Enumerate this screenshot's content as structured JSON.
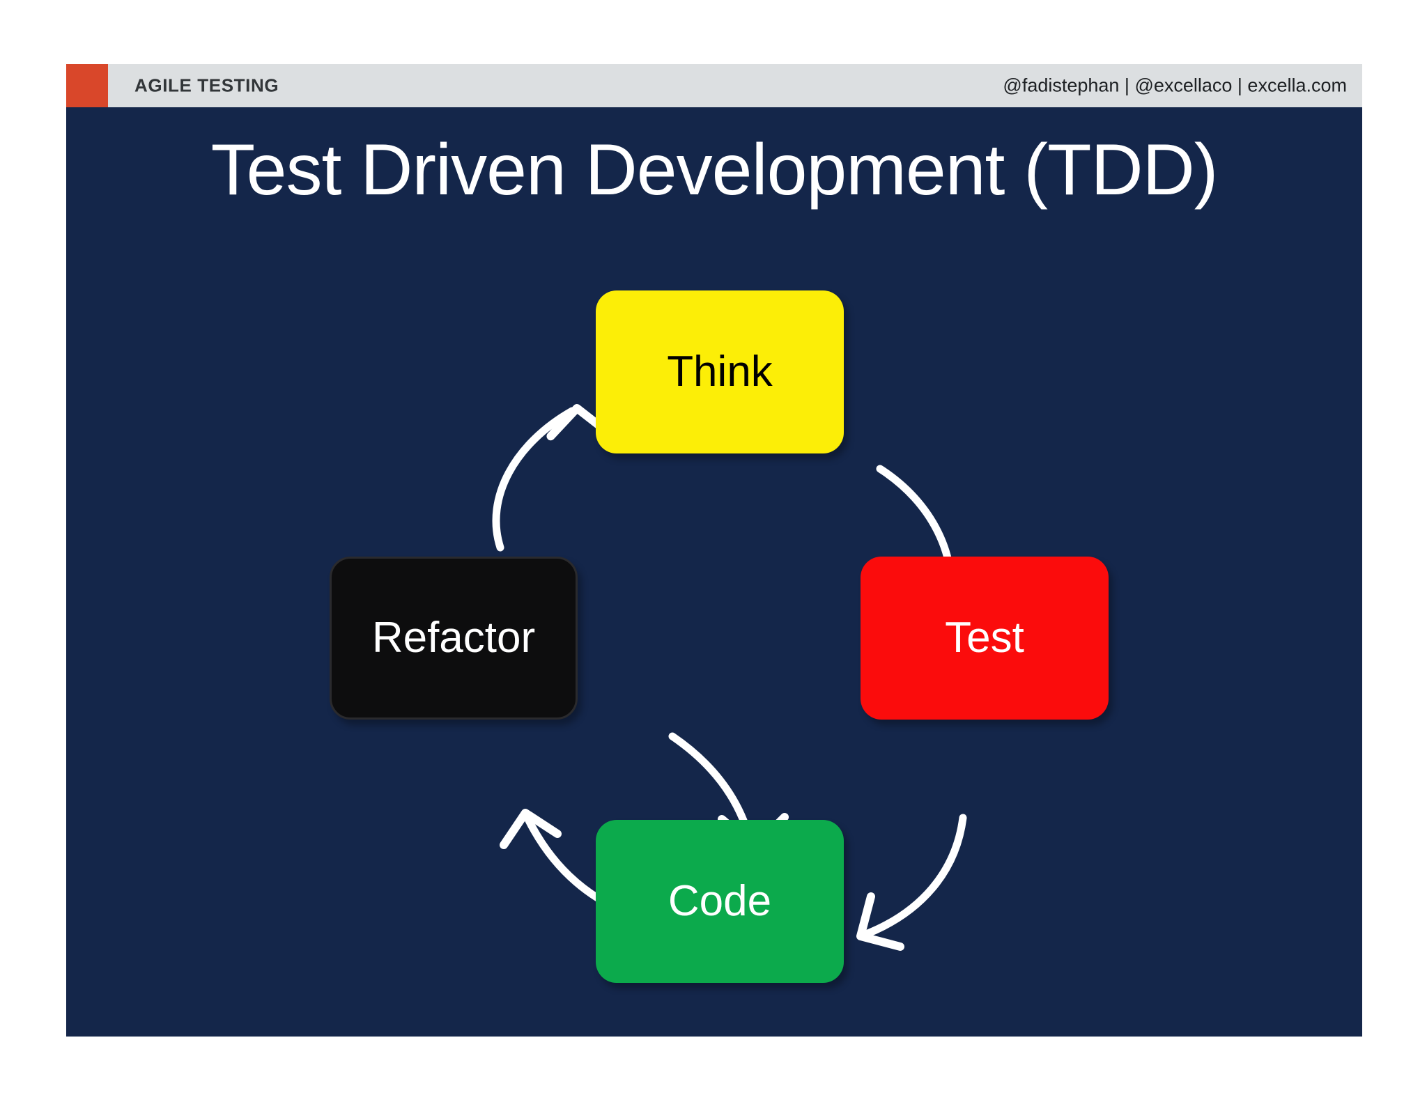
{
  "slide": {
    "background_color": "#14264a",
    "header": {
      "accent_color": "#d9472a",
      "band_color": "#dcdfe1",
      "section_label": "AGILE TESTING",
      "handles": "@fadistephan | @excellaco | excella.com"
    },
    "title": "Test Driven Development (TDD)"
  },
  "diagram": {
    "type": "cycle",
    "nodes": [
      {
        "id": "think",
        "label": "Think",
        "fill": "#fcee07",
        "text_color": "#000000"
      },
      {
        "id": "test",
        "label": "Test",
        "fill": "#fb0c0c",
        "text_color": "#ffffff"
      },
      {
        "id": "code",
        "label": "Code",
        "fill": "#0caa4c",
        "text_color": "#ffffff"
      },
      {
        "id": "refactor",
        "label": "Refactor",
        "fill": "#0d0d0e",
        "text_color": "#ffffff"
      }
    ],
    "arrows": [
      {
        "id": "think-to-test",
        "from": "think",
        "to": "test",
        "color": "#ffffff"
      },
      {
        "id": "test-to-code",
        "from": "test",
        "to": "code",
        "color": "#ffffff"
      },
      {
        "id": "code-to-refactor",
        "from": "code",
        "to": "refactor",
        "color": "#ffffff"
      },
      {
        "id": "refactor-to-code",
        "from": "refactor",
        "to": "code",
        "color": "#ffffff"
      },
      {
        "id": "refactor-to-think",
        "from": "refactor",
        "to": "think",
        "color": "#ffffff"
      }
    ]
  }
}
